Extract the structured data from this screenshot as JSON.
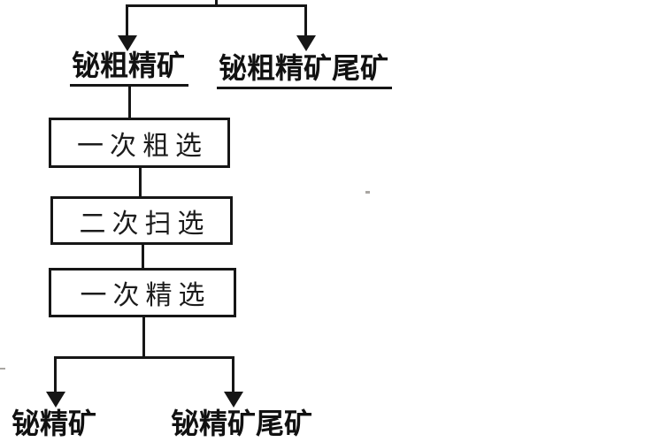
{
  "page": {
    "background_color": "#ffffff",
    "ink_color": "#161616"
  },
  "flowchart": {
    "top_split": {
      "left_label": "铋粗精矿",
      "right_label": "铋粗精矿尾矿"
    },
    "process_boxes": [
      {
        "label": "一次粗选"
      },
      {
        "label": "二次扫选"
      },
      {
        "label": "一次精选"
      }
    ],
    "bottom_split": {
      "left_label": "铋精矿",
      "right_label": "铋精矿尾矿"
    }
  }
}
